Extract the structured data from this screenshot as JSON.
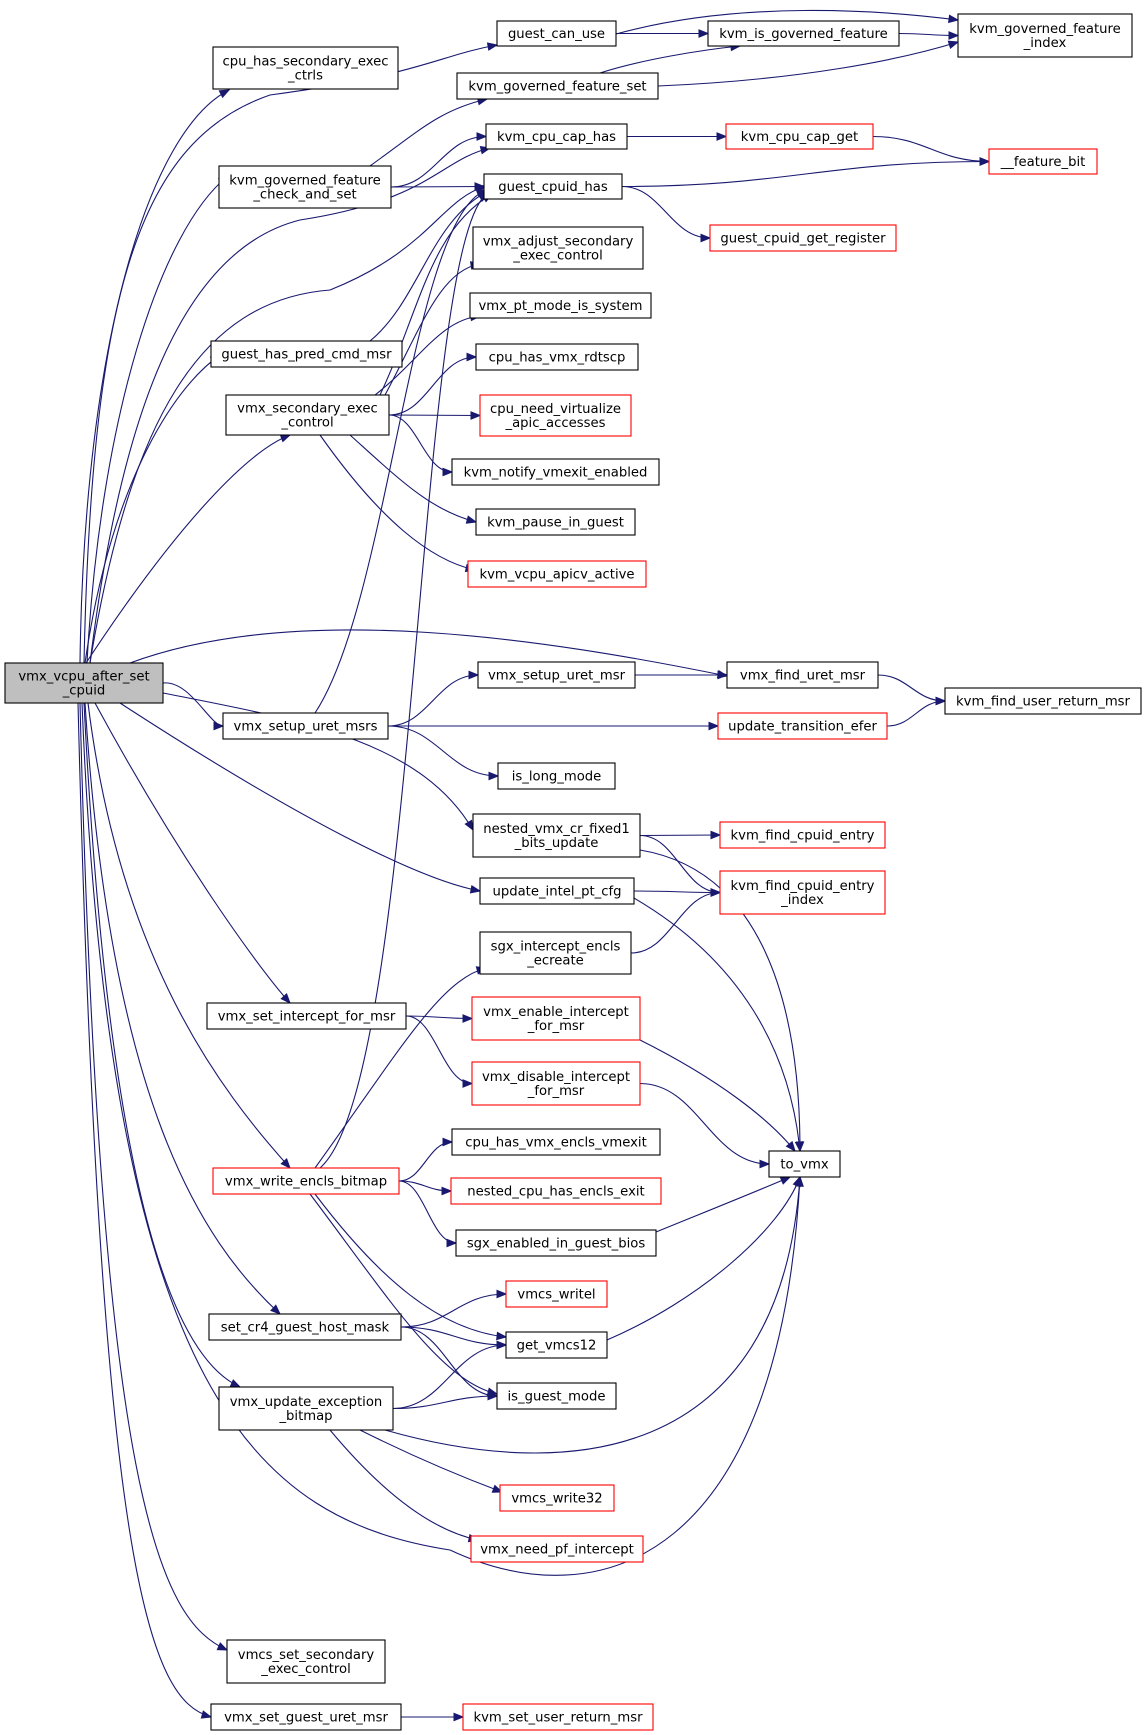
{
  "graph": {
    "root": "vmx_vcpu_after_set_cpuid",
    "colors": {
      "edge": "#191970",
      "root_fill": "#bfbfbf",
      "plain_border": "#000000",
      "truncated_border": "#ff0000",
      "node_fill": "#ffffff"
    },
    "nodes": [
      {
        "id": "root",
        "lines": [
          "vmx_vcpu_after_set",
          "_cpuid"
        ],
        "style": "root"
      },
      {
        "id": "cpu_sec_exec",
        "lines": [
          "cpu_has_secondary_exec",
          "_ctrls"
        ],
        "style": "plain"
      },
      {
        "id": "guest_can_use",
        "lines": [
          "guest_can_use"
        ],
        "style": "plain"
      },
      {
        "id": "kvm_is_gov",
        "lines": [
          "kvm_is_governed_feature"
        ],
        "style": "plain"
      },
      {
        "id": "kvm_gov_idx",
        "lines": [
          "kvm_governed_feature",
          "_index"
        ],
        "style": "plain"
      },
      {
        "id": "kvm_gov_set",
        "lines": [
          "kvm_governed_feature_set"
        ],
        "style": "plain"
      },
      {
        "id": "kvm_gov_cas",
        "lines": [
          "kvm_governed_feature",
          "_check_and_set"
        ],
        "style": "plain"
      },
      {
        "id": "kvm_cpu_cap_has",
        "lines": [
          "kvm_cpu_cap_has"
        ],
        "style": "plain"
      },
      {
        "id": "kvm_cpu_cap_get",
        "lines": [
          "kvm_cpu_cap_get"
        ],
        "style": "truncated"
      },
      {
        "id": "feature_bit",
        "lines": [
          "__feature_bit"
        ],
        "style": "truncated"
      },
      {
        "id": "guest_cpuid_has",
        "lines": [
          "guest_cpuid_has"
        ],
        "style": "plain"
      },
      {
        "id": "guest_cpuid_reg",
        "lines": [
          "guest_cpuid_get_register"
        ],
        "style": "truncated"
      },
      {
        "id": "vmx_adj_sec",
        "lines": [
          "vmx_adjust_secondary",
          "_exec_control"
        ],
        "style": "plain"
      },
      {
        "id": "vmx_pt_mode",
        "lines": [
          "vmx_pt_mode_is_system"
        ],
        "style": "plain"
      },
      {
        "id": "guest_pred_cmd",
        "lines": [
          "guest_has_pred_cmd_msr"
        ],
        "style": "plain"
      },
      {
        "id": "cpu_rdtscp",
        "lines": [
          "cpu_has_vmx_rdtscp"
        ],
        "style": "plain"
      },
      {
        "id": "vmx_sec_exec",
        "lines": [
          "vmx_secondary_exec",
          "_control"
        ],
        "style": "plain"
      },
      {
        "id": "cpu_need_virt",
        "lines": [
          "cpu_need_virtualize",
          "_apic_accesses"
        ],
        "style": "truncated"
      },
      {
        "id": "kvm_notify",
        "lines": [
          "kvm_notify_vmexit_enabled"
        ],
        "style": "plain"
      },
      {
        "id": "kvm_pause",
        "lines": [
          "kvm_pause_in_guest"
        ],
        "style": "plain"
      },
      {
        "id": "kvm_apicv",
        "lines": [
          "kvm_vcpu_apicv_active"
        ],
        "style": "truncated"
      },
      {
        "id": "vmx_setup_uret_msr",
        "lines": [
          "vmx_setup_uret_msr"
        ],
        "style": "plain"
      },
      {
        "id": "vmx_find_uret",
        "lines": [
          "vmx_find_uret_msr"
        ],
        "style": "plain"
      },
      {
        "id": "kvm_find_urm",
        "lines": [
          "kvm_find_user_return_msr"
        ],
        "style": "plain"
      },
      {
        "id": "vmx_setup_uret_msrs",
        "lines": [
          "vmx_setup_uret_msrs"
        ],
        "style": "plain"
      },
      {
        "id": "update_trans_efer",
        "lines": [
          "update_transition_efer"
        ],
        "style": "truncated"
      },
      {
        "id": "is_long_mode",
        "lines": [
          "is_long_mode"
        ],
        "style": "plain"
      },
      {
        "id": "nested_cr_fixed1",
        "lines": [
          "nested_vmx_cr_fixed1",
          "_bits_update"
        ],
        "style": "plain"
      },
      {
        "id": "kvm_find_cpuid",
        "lines": [
          "kvm_find_cpuid_entry"
        ],
        "style": "truncated"
      },
      {
        "id": "update_pt_cfg",
        "lines": [
          "update_intel_pt_cfg"
        ],
        "style": "plain"
      },
      {
        "id": "kvm_find_cpuid_idx",
        "lines": [
          "kvm_find_cpuid_entry",
          "_index"
        ],
        "style": "truncated"
      },
      {
        "id": "sgx_ecreate",
        "lines": [
          "sgx_intercept_encls",
          "_ecreate"
        ],
        "style": "plain"
      },
      {
        "id": "vmx_set_icpt",
        "lines": [
          "vmx_set_intercept_for_msr"
        ],
        "style": "plain"
      },
      {
        "id": "vmx_en_icpt",
        "lines": [
          "vmx_enable_intercept",
          "_for_msr"
        ],
        "style": "truncated"
      },
      {
        "id": "vmx_dis_icpt",
        "lines": [
          "vmx_disable_intercept",
          "_for_msr"
        ],
        "style": "truncated"
      },
      {
        "id": "cpu_encls_vmexit",
        "lines": [
          "cpu_has_vmx_encls_vmexit"
        ],
        "style": "plain"
      },
      {
        "id": "to_vmx",
        "lines": [
          "to_vmx"
        ],
        "style": "plain"
      },
      {
        "id": "vmx_encls_bitmap",
        "lines": [
          "vmx_write_encls_bitmap"
        ],
        "style": "truncated"
      },
      {
        "id": "nested_encls_exit",
        "lines": [
          "nested_cpu_has_encls_exit"
        ],
        "style": "truncated"
      },
      {
        "id": "sgx_bios",
        "lines": [
          "sgx_enabled_in_guest_bios"
        ],
        "style": "plain"
      },
      {
        "id": "vmcs_writel",
        "lines": [
          "vmcs_writel"
        ],
        "style": "truncated"
      },
      {
        "id": "set_cr4_mask",
        "lines": [
          "set_cr4_guest_host_mask"
        ],
        "style": "plain"
      },
      {
        "id": "get_vmcs12",
        "lines": [
          "get_vmcs12"
        ],
        "style": "plain"
      },
      {
        "id": "vmx_upd_exc",
        "lines": [
          "vmx_update_exception",
          "_bitmap"
        ],
        "style": "plain"
      },
      {
        "id": "is_guest_mode",
        "lines": [
          "is_guest_mode"
        ],
        "style": "plain"
      },
      {
        "id": "vmcs_write32",
        "lines": [
          "vmcs_write32"
        ],
        "style": "truncated"
      },
      {
        "id": "vmx_need_pf",
        "lines": [
          "vmx_need_pf_intercept"
        ],
        "style": "truncated"
      },
      {
        "id": "vmcs_set_sec",
        "lines": [
          "vmcs_set_secondary",
          "_exec_control"
        ],
        "style": "plain"
      },
      {
        "id": "vmx_set_guest_uret",
        "lines": [
          "vmx_set_guest_uret_msr"
        ],
        "style": "plain"
      },
      {
        "id": "kvm_set_urm",
        "lines": [
          "kvm_set_user_return_msr"
        ],
        "style": "truncated"
      }
    ],
    "edges": [
      [
        "root",
        "cpu_sec_exec"
      ],
      [
        "root",
        "guest_can_use"
      ],
      [
        "root",
        "kvm_gov_cas"
      ],
      [
        "root",
        "kvm_cpu_cap_has"
      ],
      [
        "root",
        "guest_cpuid_has"
      ],
      [
        "root",
        "guest_pred_cmd"
      ],
      [
        "root",
        "vmx_sec_exec"
      ],
      [
        "root",
        "vmx_find_uret"
      ],
      [
        "root",
        "vmx_setup_uret_msrs"
      ],
      [
        "root",
        "nested_cr_fixed1"
      ],
      [
        "root",
        "update_pt_cfg"
      ],
      [
        "root",
        "vmx_set_icpt"
      ],
      [
        "root",
        "vmx_encls_bitmap"
      ],
      [
        "root",
        "set_cr4_mask"
      ],
      [
        "root",
        "vmx_upd_exc"
      ],
      [
        "root",
        "to_vmx"
      ],
      [
        "root",
        "vmcs_set_sec"
      ],
      [
        "root",
        "vmx_set_guest_uret"
      ],
      [
        "guest_can_use",
        "kvm_is_gov"
      ],
      [
        "guest_can_use",
        "kvm_gov_idx"
      ],
      [
        "kvm_is_gov",
        "kvm_gov_idx"
      ],
      [
        "kvm_gov_set",
        "kvm_is_gov"
      ],
      [
        "kvm_gov_set",
        "kvm_gov_idx"
      ],
      [
        "kvm_gov_cas",
        "kvm_gov_set"
      ],
      [
        "kvm_gov_cas",
        "kvm_cpu_cap_has"
      ],
      [
        "kvm_gov_cas",
        "guest_cpuid_has"
      ],
      [
        "kvm_cpu_cap_has",
        "kvm_cpu_cap_get"
      ],
      [
        "kvm_cpu_cap_get",
        "feature_bit"
      ],
      [
        "guest_cpuid_has",
        "feature_bit"
      ],
      [
        "guest_cpuid_has",
        "guest_cpuid_reg"
      ],
      [
        "guest_pred_cmd",
        "guest_cpuid_has"
      ],
      [
        "vmx_sec_exec",
        "guest_cpuid_has"
      ],
      [
        "vmx_sec_exec",
        "vmx_adj_sec"
      ],
      [
        "vmx_sec_exec",
        "vmx_pt_mode"
      ],
      [
        "vmx_sec_exec",
        "cpu_rdtscp"
      ],
      [
        "vmx_sec_exec",
        "cpu_need_virt"
      ],
      [
        "vmx_sec_exec",
        "kvm_notify"
      ],
      [
        "vmx_sec_exec",
        "kvm_pause"
      ],
      [
        "vmx_sec_exec",
        "kvm_apicv"
      ],
      [
        "vmx_setup_uret_msrs",
        "guest_cpuid_has"
      ],
      [
        "vmx_setup_uret_msrs",
        "vmx_setup_uret_msr"
      ],
      [
        "vmx_setup_uret_msrs",
        "update_trans_efer"
      ],
      [
        "vmx_setup_uret_msrs",
        "is_long_mode"
      ],
      [
        "vmx_setup_uret_msr",
        "vmx_find_uret"
      ],
      [
        "vmx_find_uret",
        "kvm_find_urm"
      ],
      [
        "update_trans_efer",
        "kvm_find_urm"
      ],
      [
        "nested_cr_fixed1",
        "kvm_find_cpuid"
      ],
      [
        "nested_cr_fixed1",
        "kvm_find_cpuid_idx"
      ],
      [
        "nested_cr_fixed1",
        "to_vmx"
      ],
      [
        "update_pt_cfg",
        "kvm_find_cpuid_idx"
      ],
      [
        "update_pt_cfg",
        "to_vmx"
      ],
      [
        "sgx_ecreate",
        "kvm_find_cpuid_idx"
      ],
      [
        "vmx_set_icpt",
        "vmx_en_icpt"
      ],
      [
        "vmx_set_icpt",
        "vmx_dis_icpt"
      ],
      [
        "vmx_en_icpt",
        "to_vmx"
      ],
      [
        "vmx_dis_icpt",
        "to_vmx"
      ],
      [
        "vmx_encls_bitmap",
        "guest_cpuid_has"
      ],
      [
        "vmx_encls_bitmap",
        "sgx_ecreate"
      ],
      [
        "vmx_encls_bitmap",
        "cpu_encls_vmexit"
      ],
      [
        "vmx_encls_bitmap",
        "nested_encls_exit"
      ],
      [
        "vmx_encls_bitmap",
        "sgx_bios"
      ],
      [
        "vmx_encls_bitmap",
        "get_vmcs12"
      ],
      [
        "vmx_encls_bitmap",
        "is_guest_mode"
      ],
      [
        "sgx_bios",
        "to_vmx"
      ],
      [
        "set_cr4_mask",
        "vmcs_writel"
      ],
      [
        "set_cr4_mask",
        "get_vmcs12"
      ],
      [
        "set_cr4_mask",
        "is_guest_mode"
      ],
      [
        "get_vmcs12",
        "to_vmx"
      ],
      [
        "vmx_upd_exc",
        "get_vmcs12"
      ],
      [
        "vmx_upd_exc",
        "is_guest_mode"
      ],
      [
        "vmx_upd_exc",
        "to_vmx"
      ],
      [
        "vmx_upd_exc",
        "vmcs_write32"
      ],
      [
        "vmx_upd_exc",
        "vmx_need_pf"
      ],
      [
        "vmx_set_guest_uret",
        "kvm_set_urm"
      ]
    ]
  }
}
